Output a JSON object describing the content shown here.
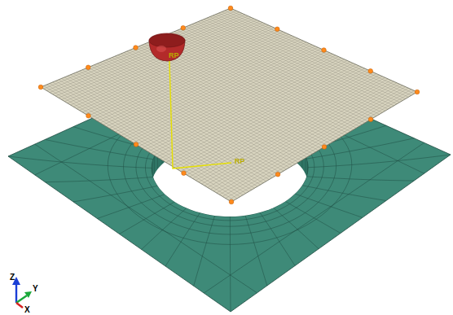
{
  "diagram": {
    "labels": [
      "RP",
      "RP",
      "Z",
      "Y",
      "X"
    ]
  }
}
